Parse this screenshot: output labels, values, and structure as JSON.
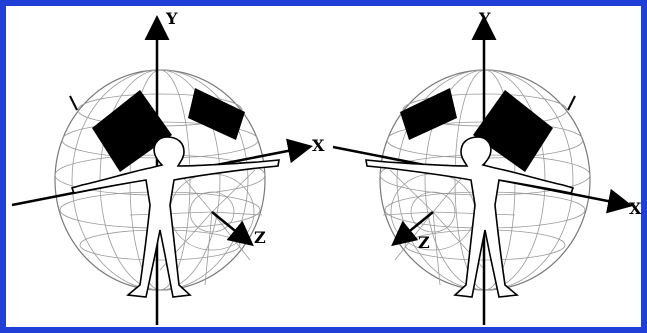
{
  "diagram": {
    "left_view": {
      "axis_labels": {
        "y": "Y",
        "x": "X",
        "z": "Z"
      }
    },
    "right_view": {
      "axis_labels": {
        "y": "Y",
        "x": "X",
        "z": "Z"
      }
    },
    "colors": {
      "frame": "#1f3fd6",
      "ink": "#000000",
      "grid": "#9a9a9a",
      "background": "#ffffff"
    }
  }
}
